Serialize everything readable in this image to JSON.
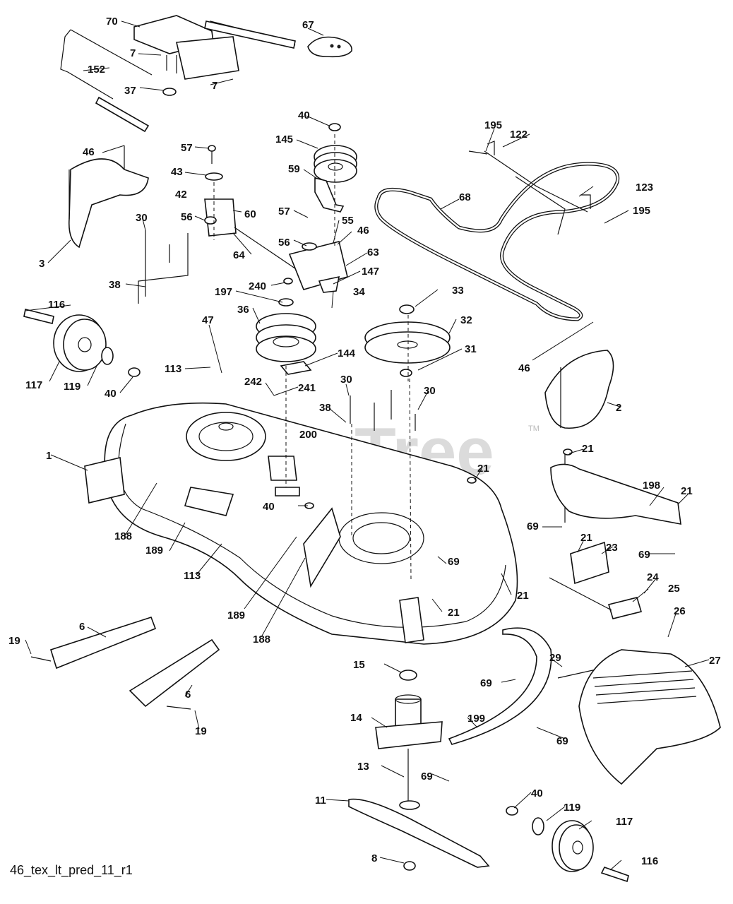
{
  "watermark": {
    "text": "PartsTree",
    "tm": "TM"
  },
  "footer": {
    "drawing_id": "46_tex_lt_pred_11_r1"
  },
  "callouts": [
    {
      "id": "c70",
      "label": "70"
    },
    {
      "id": "c67",
      "label": "67"
    },
    {
      "id": "c7a",
      "label": "7"
    },
    {
      "id": "c152",
      "label": "152"
    },
    {
      "id": "c37",
      "label": "37"
    },
    {
      "id": "c7b",
      "label": "7"
    },
    {
      "id": "c40a",
      "label": "40"
    },
    {
      "id": "c145",
      "label": "145"
    },
    {
      "id": "c195a",
      "label": "195"
    },
    {
      "id": "c122",
      "label": "122"
    },
    {
      "id": "c46a",
      "label": "46"
    },
    {
      "id": "c57a",
      "label": "57"
    },
    {
      "id": "c59",
      "label": "59"
    },
    {
      "id": "c43",
      "label": "43"
    },
    {
      "id": "c68",
      "label": "68"
    },
    {
      "id": "c123",
      "label": "123"
    },
    {
      "id": "c42",
      "label": "42"
    },
    {
      "id": "c57b",
      "label": "57"
    },
    {
      "id": "c195b",
      "label": "195"
    },
    {
      "id": "c30a",
      "label": "30"
    },
    {
      "id": "c56a",
      "label": "56"
    },
    {
      "id": "c60",
      "label": "60"
    },
    {
      "id": "c55",
      "label": "55"
    },
    {
      "id": "c46b",
      "label": "46"
    },
    {
      "id": "c3",
      "label": "3"
    },
    {
      "id": "c64",
      "label": "64"
    },
    {
      "id": "c56b",
      "label": "56"
    },
    {
      "id": "c63",
      "label": "63"
    },
    {
      "id": "c147",
      "label": "147"
    },
    {
      "id": "c38a",
      "label": "38"
    },
    {
      "id": "c240",
      "label": "240"
    },
    {
      "id": "c34",
      "label": "34"
    },
    {
      "id": "c197",
      "label": "197"
    },
    {
      "id": "c33",
      "label": "33"
    },
    {
      "id": "c116a",
      "label": "116"
    },
    {
      "id": "c36",
      "label": "36"
    },
    {
      "id": "c32",
      "label": "32"
    },
    {
      "id": "c47",
      "label": "47"
    },
    {
      "id": "c144",
      "label": "144"
    },
    {
      "id": "c31",
      "label": "31"
    },
    {
      "id": "c46c",
      "label": "46"
    },
    {
      "id": "c117a",
      "label": "117"
    },
    {
      "id": "c119a",
      "label": "119"
    },
    {
      "id": "c113a",
      "label": "113"
    },
    {
      "id": "c40b",
      "label": "40"
    },
    {
      "id": "c242",
      "label": "242"
    },
    {
      "id": "c241",
      "label": "241"
    },
    {
      "id": "c30b",
      "label": "30"
    },
    {
      "id": "c30c",
      "label": "30"
    },
    {
      "id": "c2",
      "label": "2"
    },
    {
      "id": "c38b",
      "label": "38"
    },
    {
      "id": "c200",
      "label": "200"
    },
    {
      "id": "c21a",
      "label": "21"
    },
    {
      "id": "c1",
      "label": "1"
    },
    {
      "id": "c21b",
      "label": "21"
    },
    {
      "id": "c198",
      "label": "198"
    },
    {
      "id": "c21c",
      "label": "21"
    },
    {
      "id": "c40c",
      "label": "40"
    },
    {
      "id": "c188a",
      "label": "188"
    },
    {
      "id": "c69a",
      "label": "69"
    },
    {
      "id": "c189a",
      "label": "189"
    },
    {
      "id": "c21d",
      "label": "21"
    },
    {
      "id": "c23",
      "label": "23"
    },
    {
      "id": "c69b",
      "label": "69"
    },
    {
      "id": "c113b",
      "label": "113"
    },
    {
      "id": "c69c",
      "label": "69"
    },
    {
      "id": "c24",
      "label": "24"
    },
    {
      "id": "c21e",
      "label": "21"
    },
    {
      "id": "c25",
      "label": "25"
    },
    {
      "id": "c21f",
      "label": "21"
    },
    {
      "id": "c189b",
      "label": "189"
    },
    {
      "id": "c26",
      "label": "26"
    },
    {
      "id": "c6a",
      "label": "6"
    },
    {
      "id": "c188b",
      "label": "188"
    },
    {
      "id": "c19a",
      "label": "19"
    },
    {
      "id": "c29",
      "label": "29"
    },
    {
      "id": "c27",
      "label": "27"
    },
    {
      "id": "c15",
      "label": "15"
    },
    {
      "id": "c69d",
      "label": "69"
    },
    {
      "id": "c6b",
      "label": "6"
    },
    {
      "id": "c19b",
      "label": "19"
    },
    {
      "id": "c14",
      "label": "14"
    },
    {
      "id": "c199",
      "label": "199"
    },
    {
      "id": "c69e",
      "label": "69"
    },
    {
      "id": "c13",
      "label": "13"
    },
    {
      "id": "c69f",
      "label": "69"
    },
    {
      "id": "c11",
      "label": "11"
    },
    {
      "id": "c40d",
      "label": "40"
    },
    {
      "id": "c119b",
      "label": "119"
    },
    {
      "id": "c117b",
      "label": "117"
    },
    {
      "id": "c8",
      "label": "8"
    },
    {
      "id": "c116b",
      "label": "116"
    }
  ]
}
